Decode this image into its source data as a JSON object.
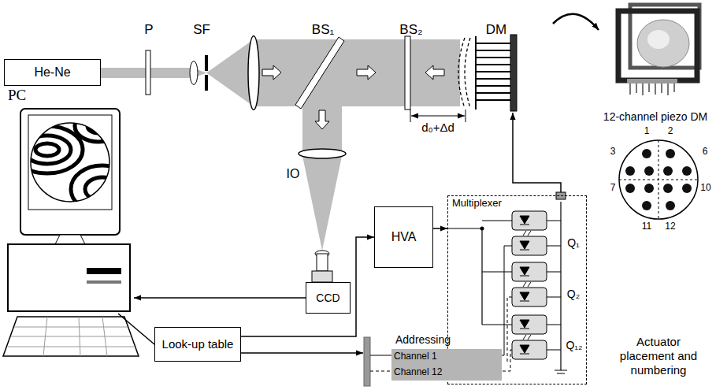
{
  "diagram": {
    "nodes": [
      {
        "text": [
          "He-Ne"
        ]
      },
      {
        "text": [
          "PC"
        ]
      },
      {
        "text": [
          "CCD"
        ]
      },
      {
        "text": [
          "Look-up table"
        ]
      },
      {
        "text": [
          "HVA"
        ]
      },
      {
        "text": [
          "Multiplexer"
        ]
      },
      {
        "text": [
          "Channel 1"
        ]
      },
      {
        "text": [
          "Channel 12"
        ]
      }
    ],
    "edges": [
      {
        "from": 2,
        "to": 1,
        "arrow": "to"
      },
      {
        "from": 1,
        "to": 3,
        "arrow": "none"
      },
      {
        "from": 3,
        "to": 4,
        "arrow": "to"
      },
      {
        "from": 4,
        "to": 5,
        "arrow": "to"
      }
    ],
    "labels": [
      "P",
      "SF",
      "BS₁",
      "BS₂",
      "DM",
      "d₀+Δd",
      "IO",
      "Addressing",
      "Q₁",
      "Q₂",
      "Q₁₂",
      "12-channel piezo DM",
      "1",
      "2",
      "3",
      "6",
      "7",
      "10",
      "11",
      "12",
      "Actuator placement and numbering"
    ]
  }
}
